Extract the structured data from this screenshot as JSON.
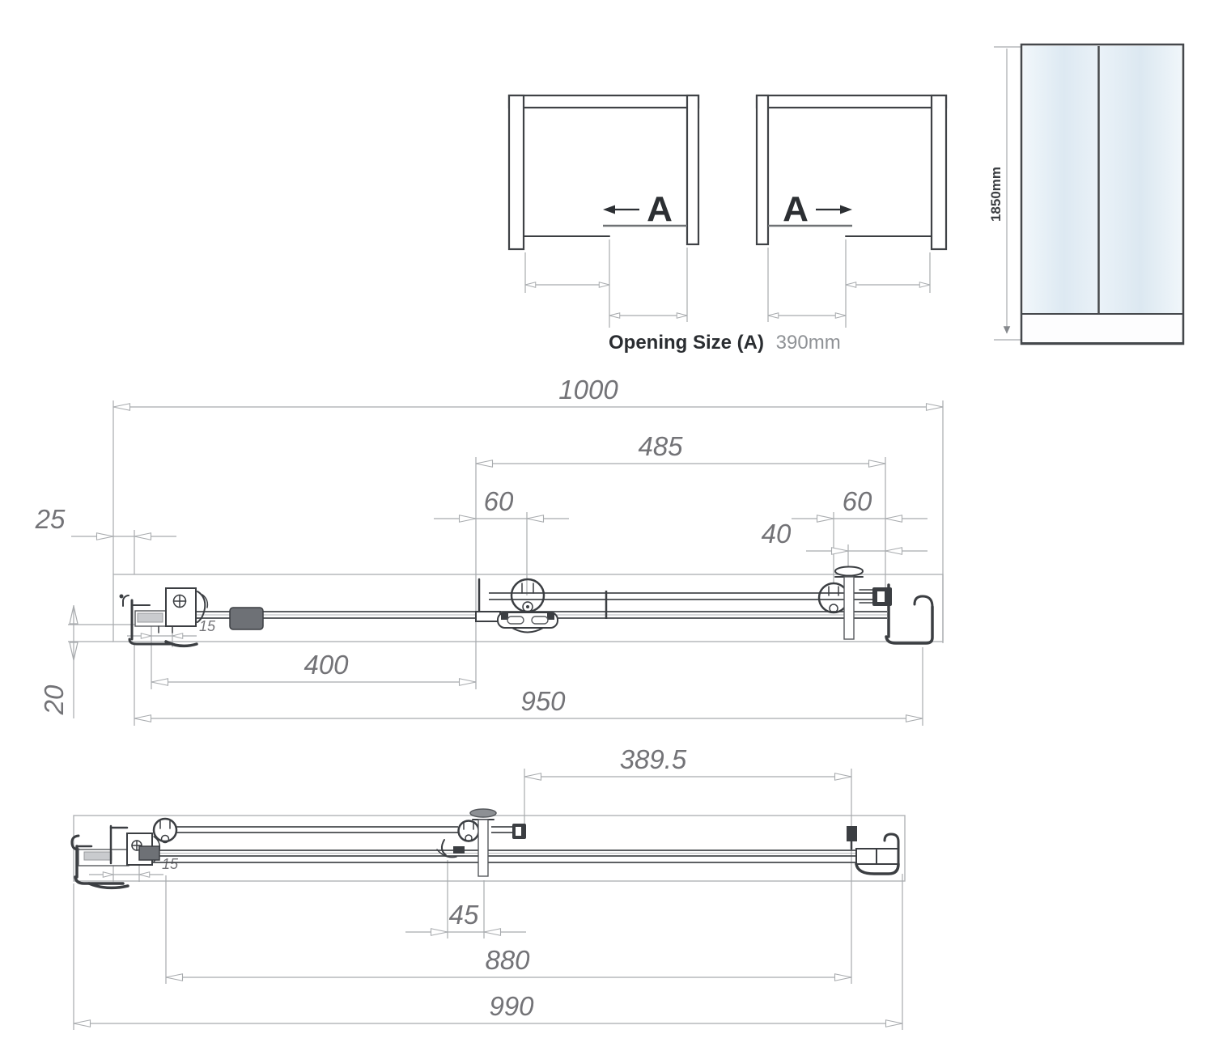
{
  "diagrams_header": {
    "left": {
      "letter": "A"
    },
    "right": {
      "letter": "A"
    },
    "caption": {
      "label": "Opening Size (A)",
      "value": "390mm"
    }
  },
  "elevation": {
    "height_label": "1850mm"
  },
  "top_view_open": {
    "dims": {
      "overall": "1000",
      "fixed_panel": "485",
      "roller_left": "60",
      "roller_right": "60",
      "handle_offset": "40",
      "wall_clearance": "25",
      "profile_adjust": "15",
      "door_travel": "400",
      "inner_width": "950",
      "bottom_depth": "20"
    }
  },
  "top_view_closed": {
    "dims": {
      "opening_width": "389.5",
      "profile_adjust": "15",
      "handle_clearance": "45",
      "glass_span": "880",
      "inner_width": "990"
    }
  },
  "colors": {
    "dimension_line": "#a8abae",
    "dimension_text": "#737377",
    "drawing_dark": "#3b3e42",
    "glass_light": "#eef5fa",
    "glass_shade": "#d9e6ef"
  }
}
